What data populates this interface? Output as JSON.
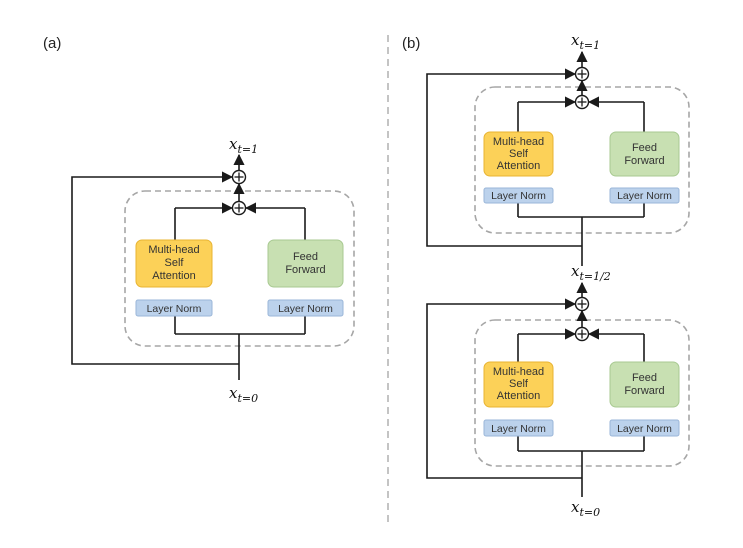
{
  "panels": {
    "a": {
      "label": "(a)",
      "output": {
        "base": "x",
        "sub": "t=1"
      },
      "input": {
        "base": "x",
        "sub": "t=0"
      },
      "attention": [
        "Multi-head",
        "Self",
        "Attention"
      ],
      "feed_forward": [
        "Feed",
        "Forward"
      ],
      "layer_norm_left": "Layer Norm",
      "layer_norm_right": "Layer Norm"
    },
    "b": {
      "label": "(b)",
      "output": {
        "base": "x",
        "sub": "t=1"
      },
      "middle": {
        "base": "x",
        "sub": "t=1/2"
      },
      "input": {
        "base": "x",
        "sub": "t=0"
      },
      "upper": {
        "attention": [
          "Multi-head",
          "Self",
          "Attention"
        ],
        "feed_forward": [
          "Feed",
          "Forward"
        ],
        "layer_norm_left": "Layer Norm",
        "layer_norm_right": "Layer Norm"
      },
      "lower": {
        "attention": [
          "Multi-head",
          "Self",
          "Attention"
        ],
        "feed_forward": [
          "Feed",
          "Forward"
        ],
        "layer_norm_left": "Layer Norm",
        "layer_norm_right": "Layer Norm"
      }
    }
  }
}
